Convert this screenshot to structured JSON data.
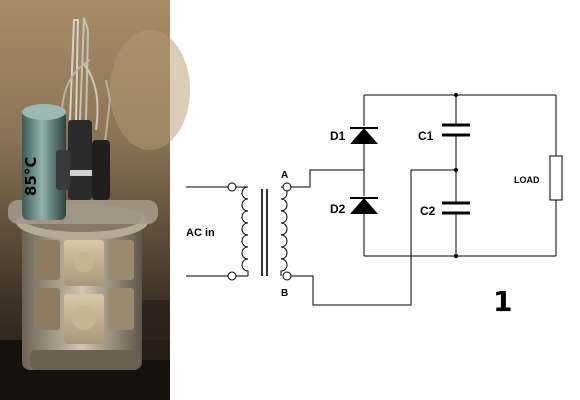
{
  "photo": {
    "subject": "led-lamp-with-rectifier-board",
    "capacitor_marking": "85°C"
  },
  "schematic": {
    "input_label": "AC in",
    "node_a": "A",
    "node_b": "B",
    "diode_1": "D1",
    "diode_2": "D2",
    "cap_1": "C1",
    "cap_2": "C2",
    "load": "LOAD",
    "figure_number": "1"
  },
  "colors": {
    "wire": "#000000",
    "background": "#ffffff"
  }
}
